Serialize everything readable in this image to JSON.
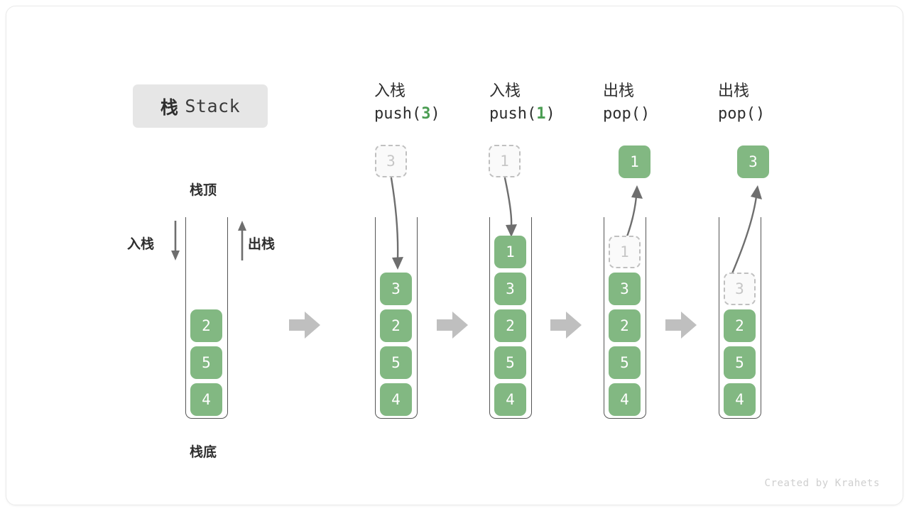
{
  "title": {
    "cn": "栈",
    "en": "Stack"
  },
  "labels": {
    "top": "栈顶",
    "bottom": "栈底",
    "push": "入栈",
    "pop": "出栈"
  },
  "credit": "Created by Krahets",
  "colors": {
    "cell_fill": "#82b882",
    "cell_text": "#ffffff",
    "ghost_fill": "#fafafa",
    "ghost_border": "#c0c0c0",
    "ghost_text": "#c6c6c6",
    "accent_green": "#4a9c52",
    "arrow_gray": "#bfbfbf",
    "stroke_gray": "#6e6e6e",
    "badge_bg": "#e6e6e6",
    "text_dark": "#2e2e2e"
  },
  "columns": [
    {
      "id": "initial",
      "header_cn": "",
      "header_code_prefix": "",
      "header_code_arg": "",
      "header_code_suffix": "",
      "floating": null,
      "stack": [
        "2",
        "5",
        "4"
      ],
      "ghost_in_stack": null
    },
    {
      "id": "push-3",
      "header_cn": "入栈",
      "header_code_prefix": "push(",
      "header_code_arg": "3",
      "header_code_suffix": ")",
      "floating": {
        "value": "3",
        "style": "ghost"
      },
      "stack": [
        "3",
        "2",
        "5",
        "4"
      ],
      "ghost_in_stack": null
    },
    {
      "id": "push-1",
      "header_cn": "入栈",
      "header_code_prefix": "push(",
      "header_code_arg": "1",
      "header_code_suffix": ")",
      "floating": {
        "value": "1",
        "style": "ghost"
      },
      "stack": [
        "1",
        "3",
        "2",
        "5",
        "4"
      ],
      "ghost_in_stack": null
    },
    {
      "id": "pop-1",
      "header_cn": "出栈",
      "header_code_prefix": "pop(",
      "header_code_arg": "",
      "header_code_suffix": ")",
      "floating": {
        "value": "1",
        "style": "full"
      },
      "stack": [
        "3",
        "2",
        "5",
        "4"
      ],
      "ghost_in_stack": "1"
    },
    {
      "id": "pop-3",
      "header_cn": "出栈",
      "header_code_prefix": "pop(",
      "header_code_arg": "",
      "header_code_suffix": ")",
      "floating": {
        "value": "3",
        "style": "full"
      },
      "stack": [
        "2",
        "5",
        "4"
      ],
      "ghost_in_stack": "3"
    }
  ]
}
